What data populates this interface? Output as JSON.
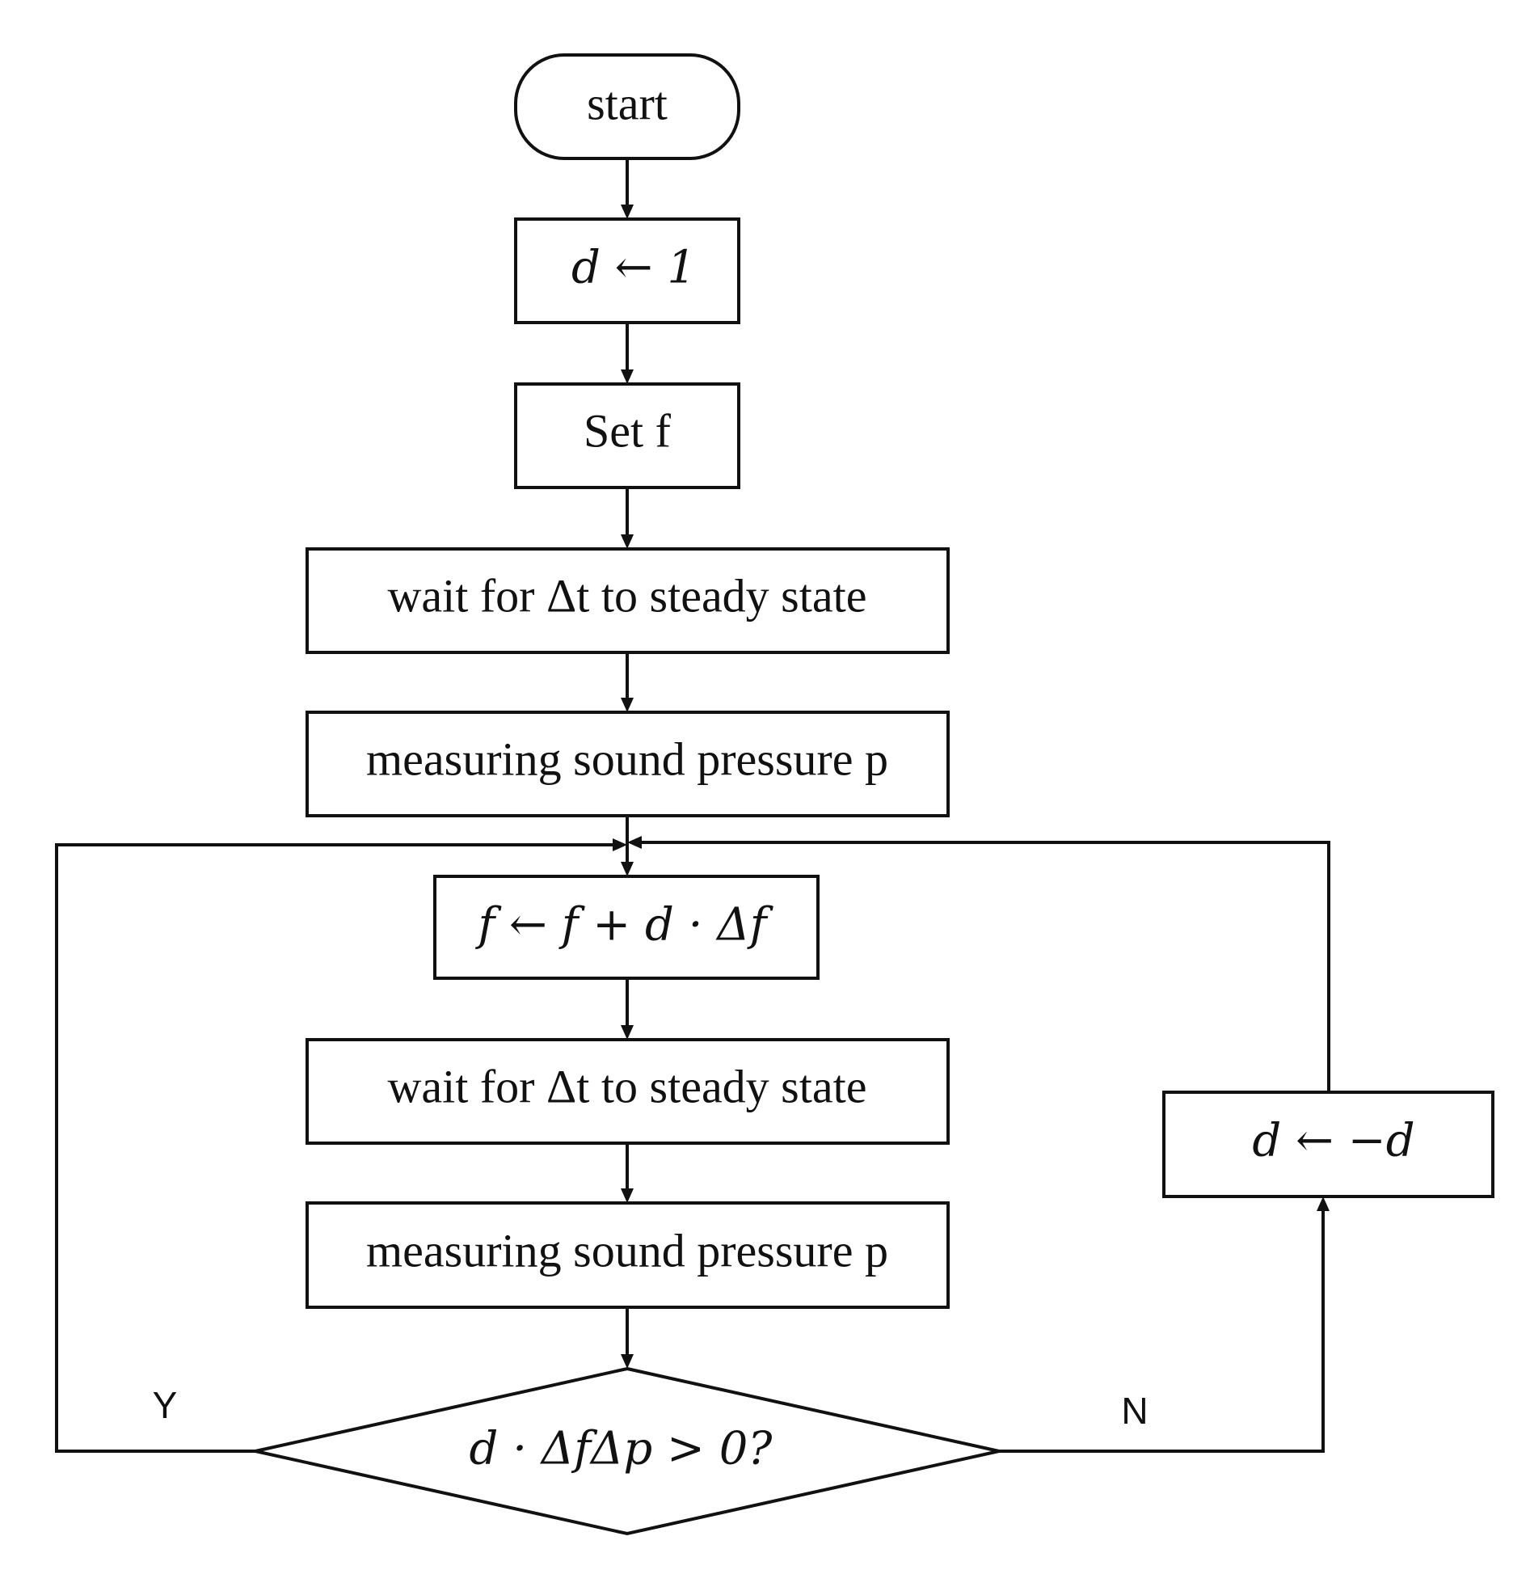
{
  "flowchart": {
    "nodes": {
      "start": "start",
      "init_direction": "d ← 1",
      "set_frequency": "Set  f",
      "wait_initial": "wait for Δt to steady state",
      "measure_initial": "measuring sound pressure p",
      "update_frequency": "f ← f + d · Δf",
      "wait_loop": "wait for Δt to steady state",
      "measure_loop": "measuring sound pressure p",
      "decision": "d · ΔfΔp > 0?",
      "reverse_direction": "d ← −d"
    },
    "branch_labels": {
      "yes": "Y",
      "no": "N"
    }
  }
}
